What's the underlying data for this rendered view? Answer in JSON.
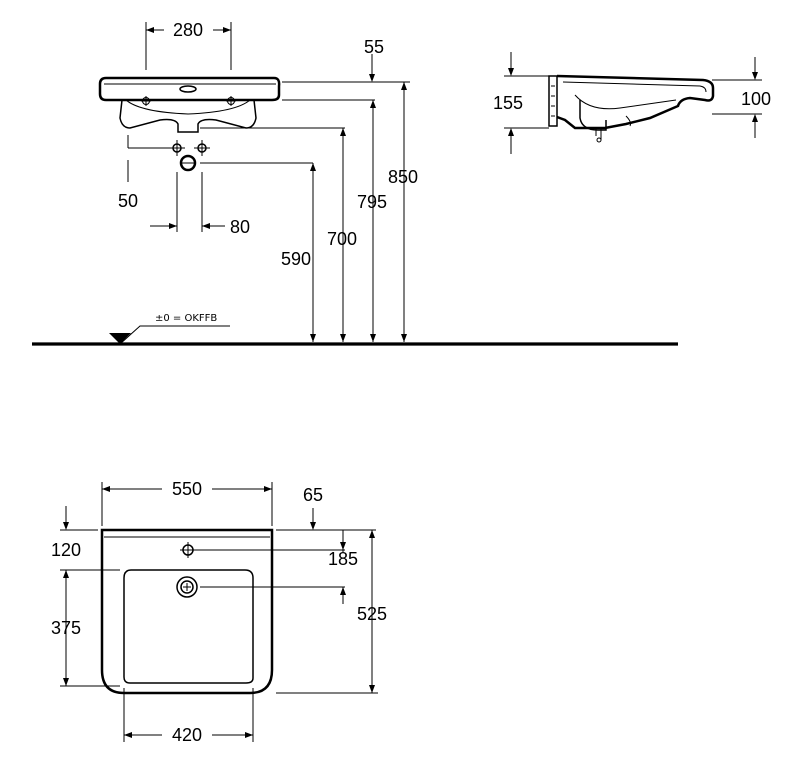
{
  "front_view": {
    "dim_280": "280",
    "dim_55": "55",
    "dim_50": "50",
    "dim_80": "80",
    "dim_590": "590",
    "dim_700": "700",
    "dim_795": "795",
    "dim_850": "850",
    "floor_level_label": "±0 = OKFFB"
  },
  "side_view": {
    "dim_155": "155",
    "dim_100": "100"
  },
  "top_view": {
    "dim_550": "550",
    "dim_65": "65",
    "dim_120": "120",
    "dim_185": "185",
    "dim_375": "375",
    "dim_525": "525",
    "dim_420": "420"
  }
}
